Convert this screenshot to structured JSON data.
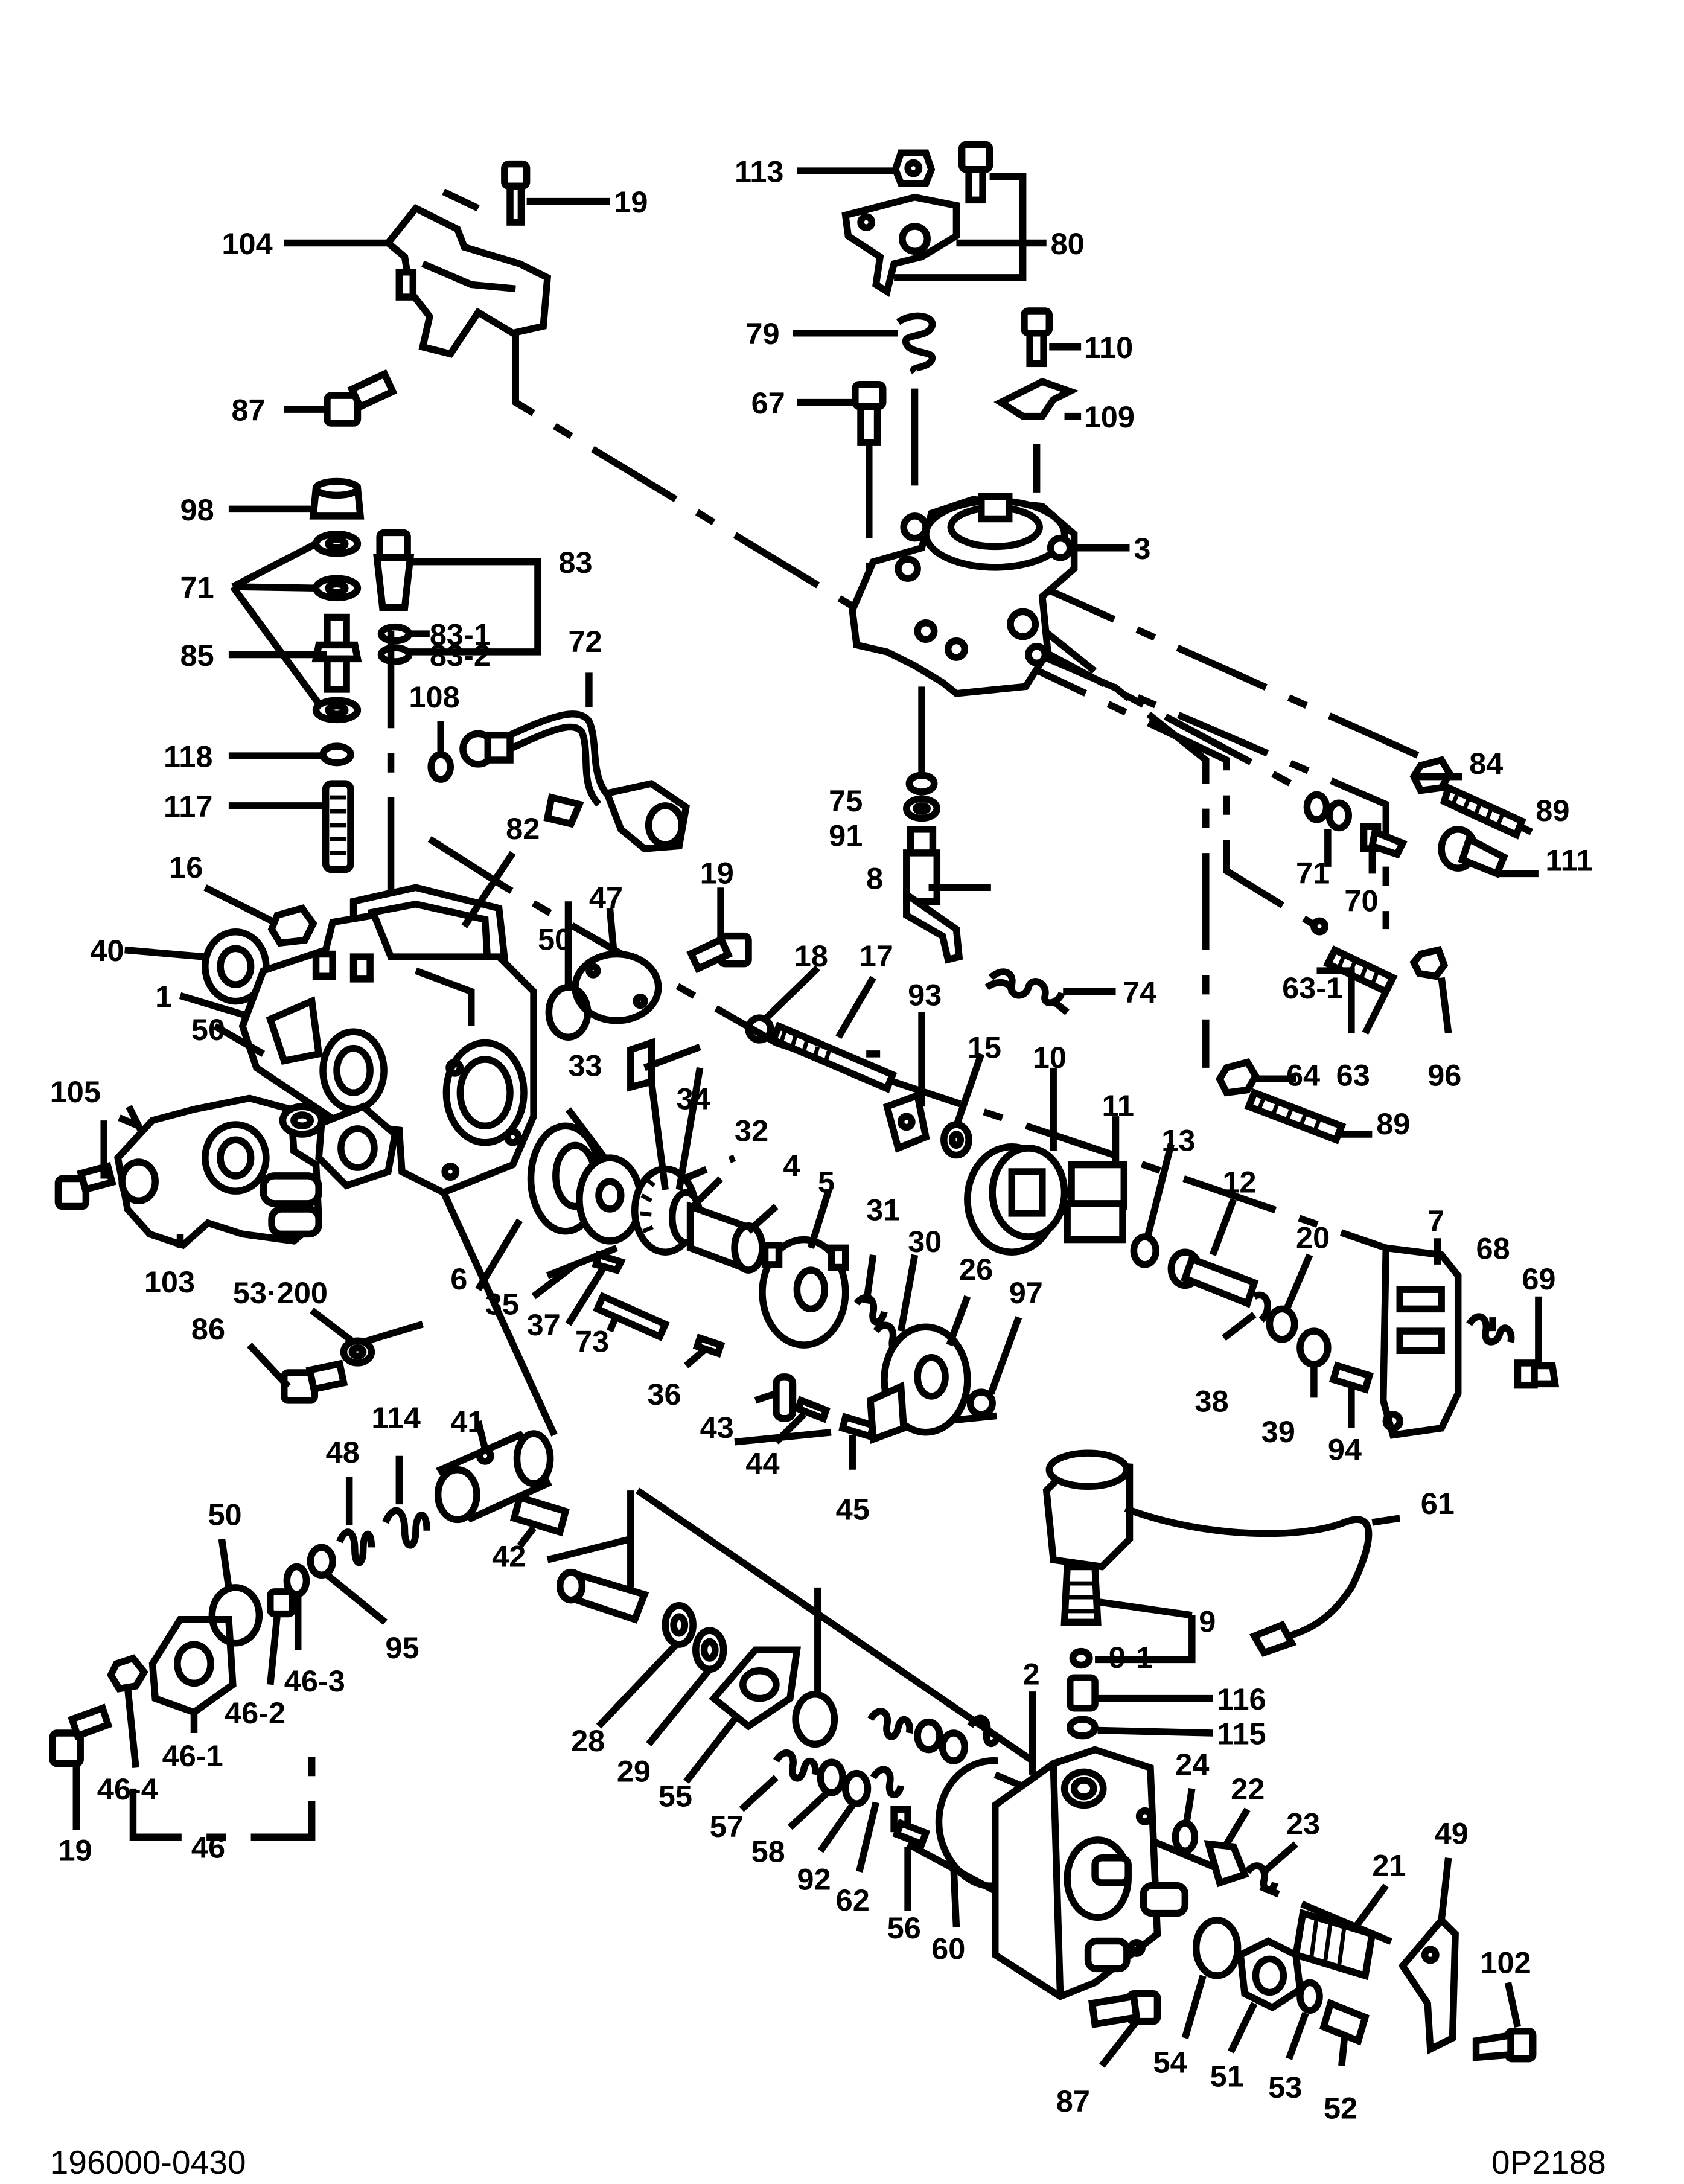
{
  "diagram": {
    "drawing_number": "196000-0430",
    "sheet_code": "0P2188",
    "callouts": [
      {
        "id": "c1",
        "label": "1"
      },
      {
        "id": "c2",
        "label": "2"
      },
      {
        "id": "c3",
        "label": "3"
      },
      {
        "id": "c4",
        "label": "4"
      },
      {
        "id": "c5",
        "label": "5"
      },
      {
        "id": "c6",
        "label": "6"
      },
      {
        "id": "c7",
        "label": "7"
      },
      {
        "id": "c8",
        "label": "8"
      },
      {
        "id": "c9",
        "label": "9"
      },
      {
        "id": "c9_1",
        "label": "9-1"
      },
      {
        "id": "c10",
        "label": "10"
      },
      {
        "id": "c11",
        "label": "11"
      },
      {
        "id": "c12",
        "label": "12"
      },
      {
        "id": "c13",
        "label": "13"
      },
      {
        "id": "c15",
        "label": "15"
      },
      {
        "id": "c16",
        "label": "16"
      },
      {
        "id": "c17",
        "label": "17"
      },
      {
        "id": "c18",
        "label": "18"
      },
      {
        "id": "c19a",
        "label": "19"
      },
      {
        "id": "c19b",
        "label": "19"
      },
      {
        "id": "c19c",
        "label": "19"
      },
      {
        "id": "c20",
        "label": "20"
      },
      {
        "id": "c21",
        "label": "21"
      },
      {
        "id": "c22",
        "label": "22"
      },
      {
        "id": "c23",
        "label": "23"
      },
      {
        "id": "c24",
        "label": "24"
      },
      {
        "id": "c26",
        "label": "26"
      },
      {
        "id": "c28",
        "label": "28"
      },
      {
        "id": "c29",
        "label": "29"
      },
      {
        "id": "c30",
        "label": "30"
      },
      {
        "id": "c31",
        "label": "31"
      },
      {
        "id": "c32",
        "label": "32"
      },
      {
        "id": "c33",
        "label": "33"
      },
      {
        "id": "c34",
        "label": "34"
      },
      {
        "id": "c35",
        "label": "35"
      },
      {
        "id": "c36",
        "label": "36"
      },
      {
        "id": "c37",
        "label": "37"
      },
      {
        "id": "c38",
        "label": "38"
      },
      {
        "id": "c39",
        "label": "39"
      },
      {
        "id": "c40",
        "label": "40"
      },
      {
        "id": "c41",
        "label": "41"
      },
      {
        "id": "c42",
        "label": "42"
      },
      {
        "id": "c43",
        "label": "43"
      },
      {
        "id": "c44",
        "label": "44"
      },
      {
        "id": "c45",
        "label": "45"
      },
      {
        "id": "c46",
        "label": "46"
      },
      {
        "id": "c46_1",
        "label": "46-1"
      },
      {
        "id": "c46_2",
        "label": "46-2"
      },
      {
        "id": "c46_3",
        "label": "46-3"
      },
      {
        "id": "c46_4",
        "label": "46-4"
      },
      {
        "id": "c47",
        "label": "47"
      },
      {
        "id": "c48",
        "label": "48"
      },
      {
        "id": "c49",
        "label": "49"
      },
      {
        "id": "c50a",
        "label": "50"
      },
      {
        "id": "c50b",
        "label": "50"
      },
      {
        "id": "c50c",
        "label": "50"
      },
      {
        "id": "c51",
        "label": "51"
      },
      {
        "id": "c52",
        "label": "52"
      },
      {
        "id": "c53",
        "label": "53"
      },
      {
        "id": "c53_200",
        "label": "53·200"
      },
      {
        "id": "c54",
        "label": "54"
      },
      {
        "id": "c55",
        "label": "55"
      },
      {
        "id": "c56",
        "label": "56"
      },
      {
        "id": "c57",
        "label": "57"
      },
      {
        "id": "c58",
        "label": "58"
      },
      {
        "id": "c60",
        "label": "60"
      },
      {
        "id": "c61",
        "label": "61"
      },
      {
        "id": "c62",
        "label": "62"
      },
      {
        "id": "c63",
        "label": "63"
      },
      {
        "id": "c63_1",
        "label": "63-1"
      },
      {
        "id": "c64",
        "label": "64"
      },
      {
        "id": "c67",
        "label": "67"
      },
      {
        "id": "c68",
        "label": "68"
      },
      {
        "id": "c69",
        "label": "69"
      },
      {
        "id": "c70",
        "label": "70"
      },
      {
        "id": "c71a",
        "label": "71"
      },
      {
        "id": "c71b",
        "label": "71"
      },
      {
        "id": "c72",
        "label": "72"
      },
      {
        "id": "c73",
        "label": "73"
      },
      {
        "id": "c74",
        "label": "74"
      },
      {
        "id": "c75",
        "label": "75"
      },
      {
        "id": "c79",
        "label": "79"
      },
      {
        "id": "c80",
        "label": "80"
      },
      {
        "id": "c82",
        "label": "82"
      },
      {
        "id": "c83",
        "label": "83"
      },
      {
        "id": "c83_1",
        "label": "83-1"
      },
      {
        "id": "c83_2",
        "label": "83-2"
      },
      {
        "id": "c84",
        "label": "84"
      },
      {
        "id": "c85",
        "label": "85"
      },
      {
        "id": "c86",
        "label": "86"
      },
      {
        "id": "c87a",
        "label": "87"
      },
      {
        "id": "c87b",
        "label": "87"
      },
      {
        "id": "c89a",
        "label": "89"
      },
      {
        "id": "c89b",
        "label": "89"
      },
      {
        "id": "c91",
        "label": "91"
      },
      {
        "id": "c92",
        "label": "92"
      },
      {
        "id": "c93",
        "label": "93"
      },
      {
        "id": "c94",
        "label": "94"
      },
      {
        "id": "c95",
        "label": "95"
      },
      {
        "id": "c96",
        "label": "96"
      },
      {
        "id": "c97",
        "label": "97"
      },
      {
        "id": "c98",
        "label": "98"
      },
      {
        "id": "c102",
        "label": "102"
      },
      {
        "id": "c103",
        "label": "103"
      },
      {
        "id": "c104",
        "label": "104"
      },
      {
        "id": "c105",
        "label": "105"
      },
      {
        "id": "c108",
        "label": "108"
      },
      {
        "id": "c109",
        "label": "109"
      },
      {
        "id": "c110",
        "label": "110"
      },
      {
        "id": "c111",
        "label": "111"
      },
      {
        "id": "c113",
        "label": "113"
      },
      {
        "id": "c114",
        "label": "114"
      },
      {
        "id": "c115",
        "label": "115"
      },
      {
        "id": "c116",
        "label": "116"
      },
      {
        "id": "c117",
        "label": "117"
      },
      {
        "id": "c118",
        "label": "118"
      }
    ]
  }
}
